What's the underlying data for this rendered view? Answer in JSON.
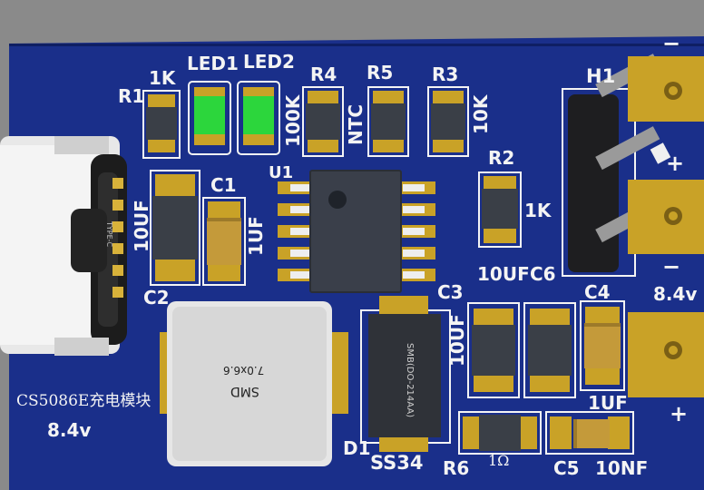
{
  "board": {
    "title": "CS5086E充电模块",
    "voltage": "8.4v",
    "colors": {
      "board": "#1a2f8a",
      "pad": "#c9a227",
      "silk": "#f4f4f4",
      "body": "#3a3f47",
      "led": "#2cd63c",
      "inductor": "#e6e6e6",
      "cap": "#c49a3a"
    }
  },
  "labels": {
    "r1": "R1",
    "r1_val": "1K",
    "led1": "LED1",
    "led2": "LED2",
    "r4": "R4",
    "r4_val": "100K",
    "r5": "R5",
    "r5_val": "NTC",
    "r3": "R3",
    "r3_val": "10K",
    "r2": "R2",
    "r2_val": "1K",
    "h1": "H1",
    "c1": "C1",
    "c1_val": "1UF",
    "c2": "C2",
    "c2_val": "10UF",
    "u1": "U1",
    "c3": "C3",
    "c3_val": "10UF",
    "c6_val": "10UF",
    "c6": "C6",
    "c4": "C4",
    "c4_val": "1UF",
    "c5": "C5",
    "c5_val": "10NF",
    "r6": "R6",
    "r6_val": "1Ω",
    "d1": "D1",
    "d1_val": "SS34",
    "diode_body": "SMB(DO-214AA)",
    "inductor_line1": "SMD",
    "inductor_line2": "7.0x6.6",
    "usb_text": "TYPE-C",
    "terminal_top_minus": "−",
    "terminal_top_plus": "+",
    "terminal_mid_minus": "−",
    "terminal_bottom_plus": "+",
    "terminal_voltage": "8.4v"
  }
}
